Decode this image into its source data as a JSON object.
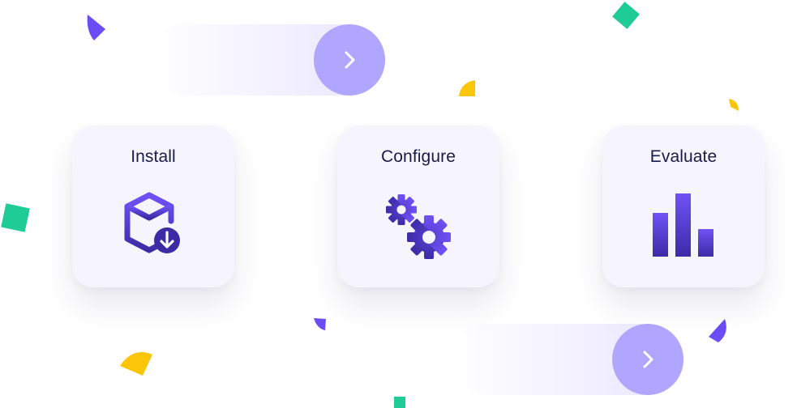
{
  "steps": [
    {
      "title": "Install",
      "icon": "box-download-icon"
    },
    {
      "title": "Configure",
      "icon": "gears-icon"
    },
    {
      "title": "Evaluate",
      "icon": "bar-chart-icon"
    }
  ],
  "arrows": [
    {
      "icon": "chevron-right-icon"
    },
    {
      "icon": "chevron-right-icon"
    }
  ],
  "colors": {
    "accent_purple": "#6b4cf6",
    "icon_dark": "#3a2aa8",
    "arrow_circle": "#b1a6ff",
    "card_background": "#f6f5fd",
    "title_text": "#1a1a4b",
    "confetti_green": "#1fcc95",
    "confetti_yellow": "#fbc60a",
    "confetti_purple": "#6b4cf6"
  }
}
